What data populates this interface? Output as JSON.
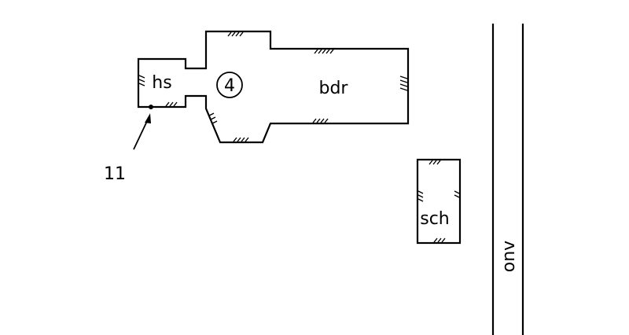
{
  "labels": {
    "hs": "hs",
    "bdr": "bdr",
    "sch": "sch",
    "onv": "onv",
    "building_number": "4",
    "point_number": "11"
  },
  "colors": {
    "ink": "#000000",
    "paper": "#ffffff"
  },
  "icons": {
    "arrow": "arrow-up-right-icon",
    "point": "dot-marker-icon"
  }
}
